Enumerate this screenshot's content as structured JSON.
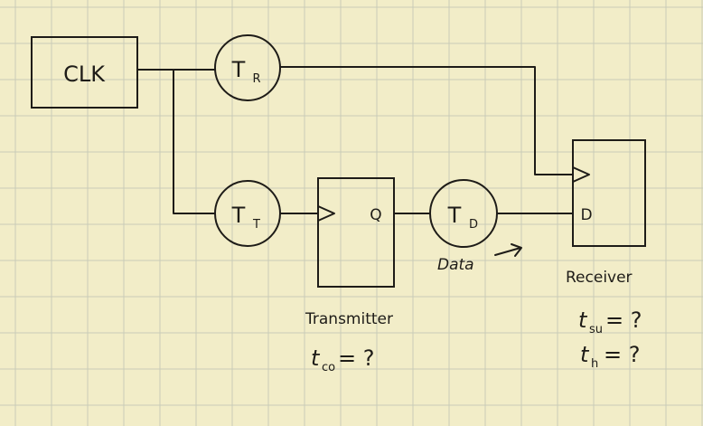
{
  "blocks": {
    "clk": {
      "label": "CLK"
    },
    "tr": {
      "main": "T",
      "sub": "R"
    },
    "tt": {
      "main": "T",
      "sub": "T"
    },
    "td": {
      "main": "T",
      "sub": "D"
    },
    "transmitter": {
      "port_q": "Q",
      "caption": "Transmitter"
    },
    "receiver": {
      "port_d": "D",
      "caption": "Receiver"
    }
  },
  "annotations": {
    "data_label": "Data",
    "tco": {
      "main": "t",
      "sub": "co",
      "rest": " = ?"
    },
    "tsu": {
      "main": "t",
      "sub": "su",
      "rest": " = ?"
    },
    "th": {
      "main": "t",
      "sub": "h",
      "rest": " = ?"
    }
  },
  "colors": {
    "paper": "#f2edc8",
    "grid": "#c9ccb8",
    "ink": "#1e1c18"
  }
}
